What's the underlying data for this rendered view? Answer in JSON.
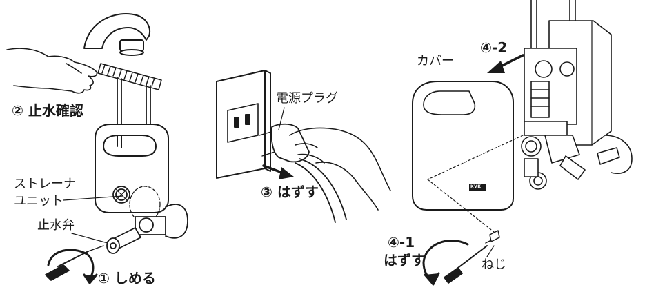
{
  "labels": {
    "stop_check": "② 止水確認",
    "strainer_unit_line1": "ストレーナ",
    "strainer_unit_line2": "ユニット",
    "stop_valve": "止水弁",
    "tighten": "① しめる",
    "power_plug": "電源プラグ",
    "unplug": "③ はずす",
    "cover": "カバー",
    "step_4_2": "④-2",
    "step_4_1": "④-1",
    "remove": "はずす",
    "screw": "ねじ",
    "brand_mark": "KVK"
  }
}
